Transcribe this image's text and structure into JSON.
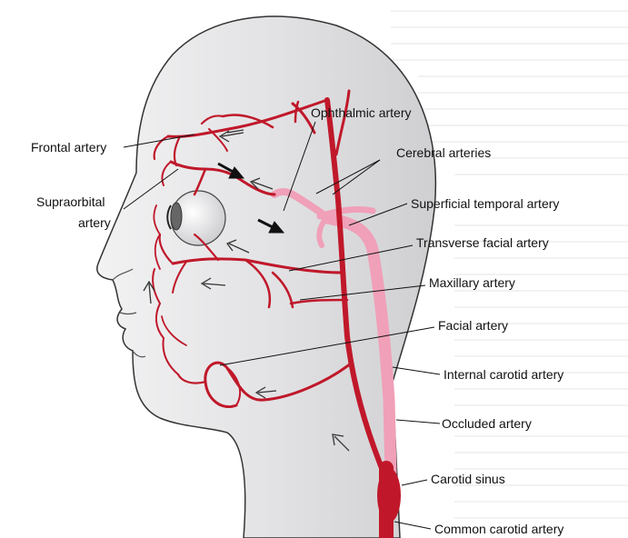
{
  "labels": {
    "ophthalmic": "Ophthalmic artery",
    "frontal": "Frontal artery",
    "cerebral": "Cerebral arteries",
    "supraorbital_line1": "Supraorbital",
    "supraorbital_line2": "artery",
    "superficial_temporal": "Superficial temporal artery",
    "transverse_facial": "Transverse facial artery",
    "maxillary": "Maxillary artery",
    "facial": "Facial artery",
    "internal_carotid": "Internal carotid artery",
    "occluded": "Occluded artery",
    "carotid_sinus": "Carotid sinus",
    "common_carotid": "Common carotid artery"
  },
  "colors": {
    "artery": "#c0182a",
    "occluded": "#f0a0b8",
    "head_fill": "#d7d7d9",
    "head_outline": "#333333",
    "arrow": "#111111"
  }
}
